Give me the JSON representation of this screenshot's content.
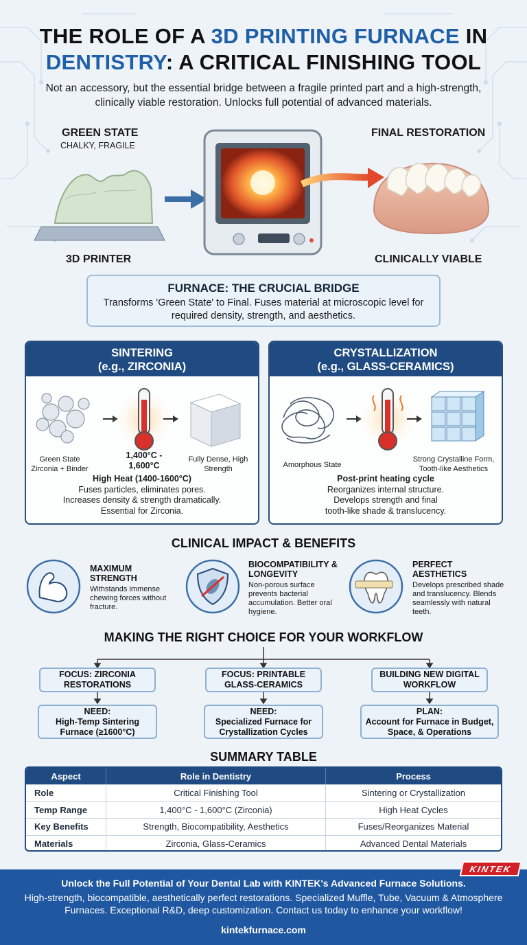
{
  "header": {
    "title_part1": "THE ROLE OF A ",
    "title_highlight1": "3D PRINTING FURNACE",
    "title_part2": " IN",
    "title_highlight2": "DENTISTRY",
    "title_part3": ": A CRITICAL FINISHING TOOL",
    "subtitle": "Not an accessory, but the essential bridge between a fragile printed part and a high-strength, clinically viable restoration. Unlocks full potential of advanced materials."
  },
  "hero": {
    "left_title": "GREEN STATE",
    "left_sub": "CHALKY, FRAGILE",
    "left_bottom": "3D PRINTER",
    "right_title": "FINAL RESTORATION",
    "right_bottom": "CLINICALLY VIABLE"
  },
  "bridge": {
    "title": "FURNACE: THE CRUCIAL BRIDGE",
    "text": "Transforms 'Green State' to Final. Fuses material at microscopic level for required density, strength, and aesthetics."
  },
  "sintering": {
    "title_line1": "SINTERING",
    "title_line2": "(e.g., ZIRCONIA)",
    "cap_left": "Green State Zirconia + Binder",
    "temp": "1,400°C - 1,600°C",
    "cap_right": "Fully Dense, High Strength",
    "lead": "High Heat (1400-1600°C)",
    "line1": "Fuses particles, eliminates pores.",
    "line2": "Increases density & strength dramatically.",
    "line3": "Essential for Zirconia."
  },
  "crystallization": {
    "title_line1": "CRYSTALLIZATION",
    "title_line2": "(e.g., GLASS-CERAMICS)",
    "cap_left": "Amorphous State",
    "cap_right": "Strong Crystalline Form, Tooth-like Aesthetics",
    "lead": "Post-print heating cycle",
    "line1": "Reorganizes internal structure.",
    "line2": "Develops strength and final",
    "line3": "tooth-like shade & translucency."
  },
  "benefits": {
    "section_title": "CLINICAL IMPACT & BENEFITS",
    "items": [
      {
        "title": "MAXIMUM STRENGTH",
        "text": "Withstands immense chewing forces without fracture.",
        "icon": "flexed-arm-icon"
      },
      {
        "title": "BIOCOMPATIBILITY & LONGEVITY",
        "text": "Non-porous surface prevents bacterial accumulation. Better oral hygiene.",
        "icon": "shield-icon"
      },
      {
        "title": "PERFECT AESTHETICS",
        "text": "Develops prescribed shade and translucency. Blends seamlessly with natural teeth.",
        "icon": "tooth-shade-icon"
      }
    ]
  },
  "workflow": {
    "section_title": "MAKING THE RIGHT CHOICE FOR YOUR WORKFLOW",
    "columns": [
      {
        "focus": "FOCUS: ZIRCONIA RESTORATIONS",
        "need_label": "NEED:",
        "need": "High-Temp Sintering Furnace (≥1600°C)"
      },
      {
        "focus": "FOCUS: PRINTABLE GLASS-CERAMICS",
        "need_label": "NEED:",
        "need": "Specialized Furnace for Crystallization Cycles"
      },
      {
        "focus": "BUILDING NEW DIGITAL WORKFLOW",
        "need_label": "PLAN:",
        "need": "Account for Furnace in Budget, Space, & Operations"
      }
    ]
  },
  "summary": {
    "section_title": "SUMMARY TABLE",
    "headers": [
      "Aspect",
      "Role in Dentistry",
      "Process"
    ],
    "rows": [
      [
        "Role",
        "Critical Finishing Tool",
        "Sintering or Crystallization"
      ],
      [
        "Temp Range",
        "1,400°C - 1,600°C (Zirconia)",
        "High Heat Cycles"
      ],
      [
        "Key Benefits",
        "Strength, Biocompatibility, Aesthetics",
        "Fuses/Reorganizes Material"
      ],
      [
        "Materials",
        "Zirconia, Glass-Ceramics",
        "Advanced Dental Materials"
      ]
    ]
  },
  "footer": {
    "brand": "KINTEK",
    "headline": "Unlock the Full Potential of Your Dental Lab with KINTEK's Advanced Furnace Solutions.",
    "body": "High-strength, biocompatible, aesthetically perfect restorations. Specialized Muffle, Tube, Vacuum & Atmosphere Furnaces. Exceptional R&D, deep customization. Contact us today to enhance your workflow!",
    "url": "kintekfurnace.com"
  },
  "colors": {
    "primary_blue": "#1f4b82",
    "accent_blue": "#1f5fa8",
    "footer_blue": "#1f57a0",
    "brand_red": "#d32027",
    "heat_orange": "#f08a2c"
  }
}
